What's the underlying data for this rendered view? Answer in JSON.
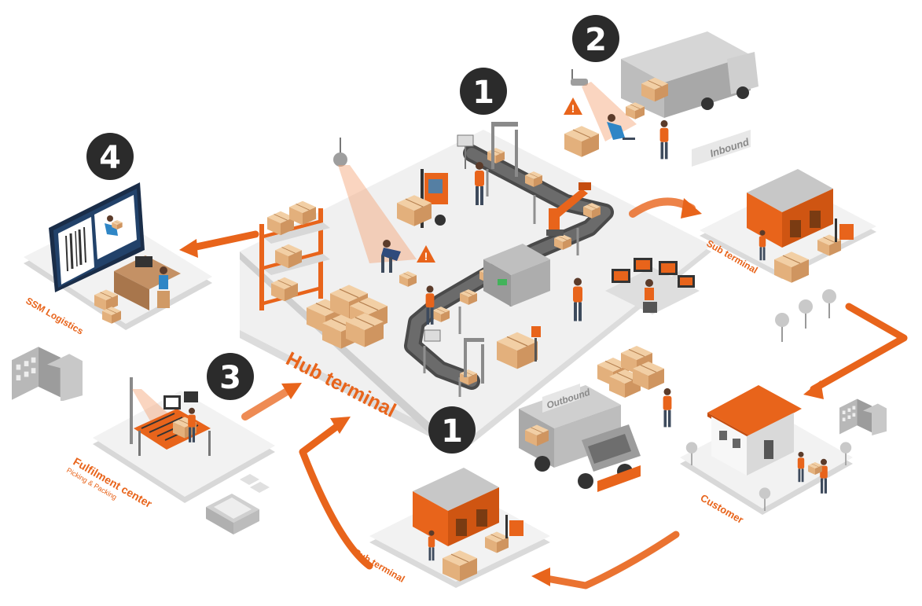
{
  "labels": {
    "hub": "Hub terminal",
    "ssm": "SSM Logistics",
    "fulfilment": "Fulfilment center",
    "fulfilment_sub": "Picking & Packing",
    "sub_terminal_top": "Sub terminal",
    "sub_terminal_bottom": "Sub terminal",
    "customer": "Customer",
    "inbound": "Inbound",
    "outbound": "Outbound"
  },
  "badges": {
    "one_a": "1",
    "one_b": "1",
    "two": "2",
    "three": "3",
    "four": "4"
  },
  "warning_glyph": "!",
  "colors": {
    "accent": "#e8641b",
    "badge": "#2b2b2b",
    "platform": "#eeeeee",
    "platform_edge": "#d2d2d2",
    "monitor": "#1f3553"
  },
  "icons": [
    "barcode-icon",
    "warning-icon",
    "camera-icon",
    "box-icon",
    "forklift-icon",
    "truck-icon",
    "house-icon",
    "warehouse-icon",
    "robot-arm-icon",
    "conveyor-icon",
    "worker-icon",
    "tree-icon",
    "building-icon"
  ]
}
